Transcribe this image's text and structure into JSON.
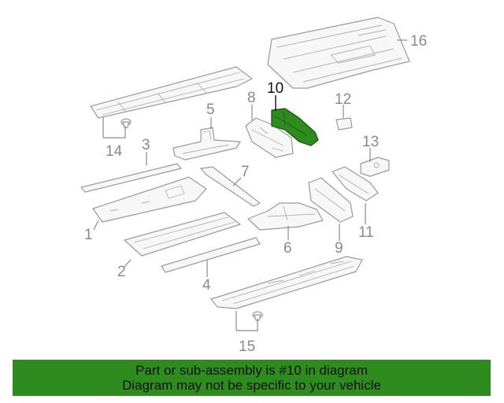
{
  "diagram": {
    "highlighted_part": "10",
    "highlight_color": "#2e8b1e",
    "callouts": [
      "1",
      "2",
      "3",
      "4",
      "5",
      "6",
      "7",
      "8",
      "9",
      "10",
      "11",
      "12",
      "13",
      "14",
      "15",
      "16"
    ]
  },
  "banner": {
    "line1": "Part or sub-assembly is #10 in diagram",
    "line2": "Diagram may not be specific to your vehicle",
    "background": "#2e8b1e"
  }
}
